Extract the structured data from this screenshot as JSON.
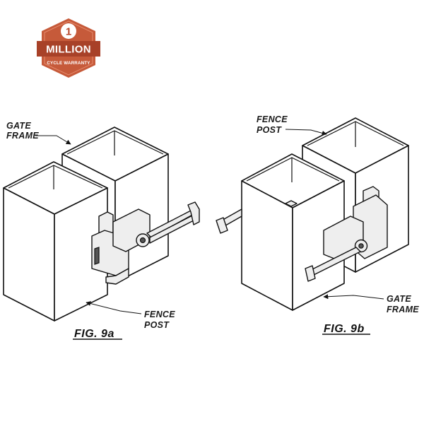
{
  "badge": {
    "number": "1",
    "headline": "MILLION",
    "subline": "CYCLE WARRANTY",
    "colors": {
      "primary": "#c65a3a",
      "dark": "#a84128",
      "text": "#ffffff"
    }
  },
  "fig_a": {
    "caption": "FIG. 9a",
    "label_gate_frame_line1": "GATE",
    "label_gate_frame_line2": "FRAME",
    "label_fence_post_line1": "FENCE",
    "label_fence_post_line2": "POST"
  },
  "fig_b": {
    "caption": "FIG. 9b",
    "label_fence_post_line1": "FENCE",
    "label_fence_post_line2": "POST",
    "label_gate_frame_line1": "GATE",
    "label_gate_frame_line2": "FRAME"
  }
}
